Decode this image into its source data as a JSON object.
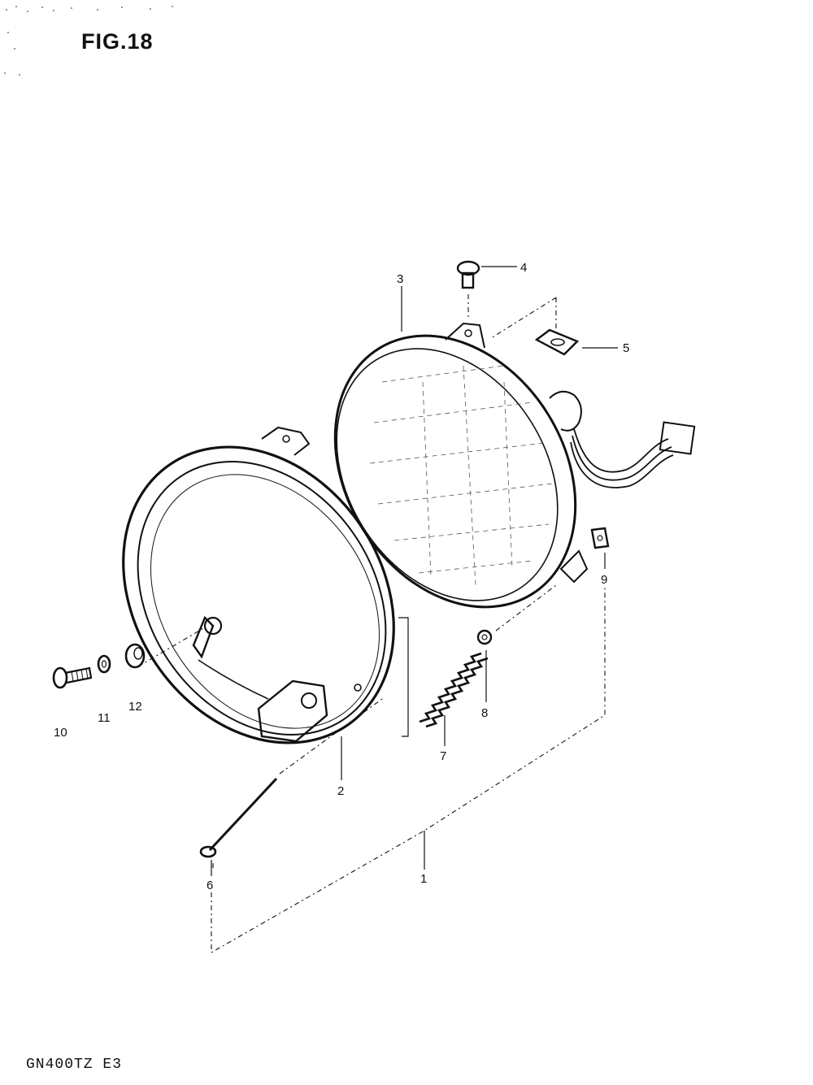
{
  "figure": {
    "title": "FIG.18",
    "model_code": "GN400TZ E3"
  },
  "parts": [
    {
      "id": "p1",
      "label": "1"
    },
    {
      "id": "p2",
      "label": "2"
    },
    {
      "id": "p3",
      "label": "3"
    },
    {
      "id": "p4",
      "label": "4"
    },
    {
      "id": "p5",
      "label": "5"
    },
    {
      "id": "p6",
      "label": "6"
    },
    {
      "id": "p7",
      "label": "7"
    },
    {
      "id": "p8",
      "label": "8"
    },
    {
      "id": "p9",
      "label": "9"
    },
    {
      "id": "p10",
      "label": "10"
    },
    {
      "id": "p11",
      "label": "11"
    },
    {
      "id": "p12",
      "label": "12"
    }
  ]
}
